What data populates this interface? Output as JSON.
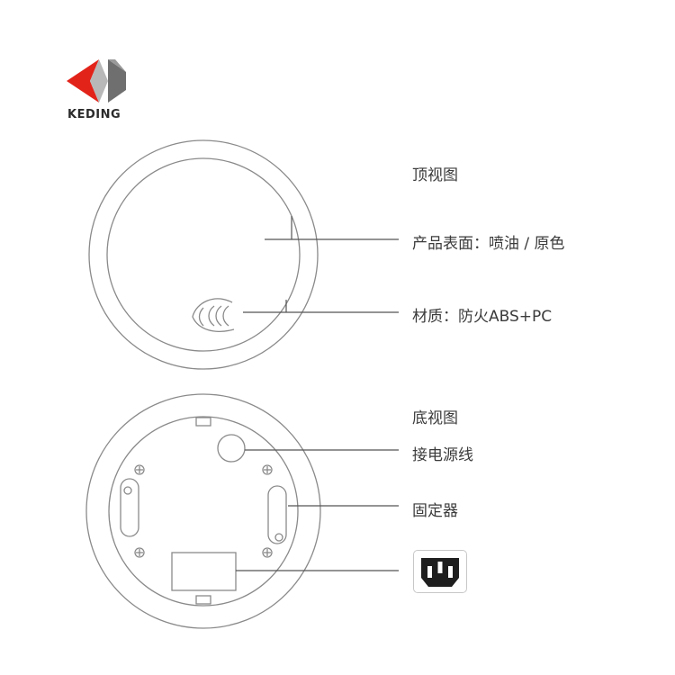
{
  "brand": {
    "name": "KEDING"
  },
  "top_view": {
    "title": "顶视图",
    "surface_label": "产品表面：喷油 / 原色",
    "material_label": "材质：防火ABS+PC"
  },
  "bottom_view": {
    "title": "底视图",
    "power_cable_label": "接电源线",
    "fixture_label": "固定器"
  },
  "colors": {
    "logo_red": "#e2231a",
    "logo_gray": "#6f6f6f",
    "line": "#555555",
    "outline": "#8a8a8a"
  }
}
